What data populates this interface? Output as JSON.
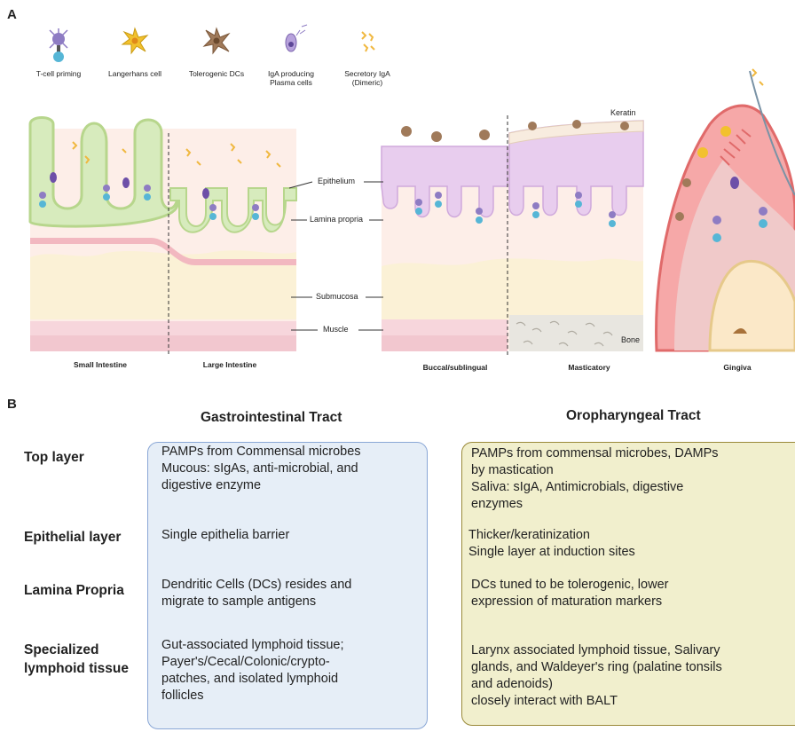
{
  "panel_a": {
    "letter": "A",
    "legend": [
      {
        "icon": "t-cell-icon",
        "label": "T-cell priming"
      },
      {
        "icon": "langerhans-cell-icon",
        "label": "Langerhans cell"
      },
      {
        "icon": "tolerogenic-dc-icon",
        "label": "Tolerogenic DCs"
      },
      {
        "icon": "plasma-cell-icon",
        "label": "IgA producing Plasma cells"
      },
      {
        "icon": "secretory-iga-icon",
        "label": "Secretory IgA (Dimeric)"
      }
    ],
    "layers": {
      "epithelium": "Epithelium",
      "lamina_propria": "Lamina propria",
      "submucosa": "Submucosa",
      "muscle": "Muscle",
      "keratin": "Keratin",
      "bone": "Bone"
    },
    "tissues": {
      "small_intestine": "Small Intestine",
      "large_intestine": "Large Intestine",
      "buccal": "Buccal/sublingual",
      "masticatory": "Masticatory",
      "gingiva": "Gingiva"
    }
  },
  "panel_b": {
    "letter": "B",
    "columns": {
      "gi": "Gastrointestinal Tract",
      "oro": "Oropharyngeal Tract"
    },
    "rows": [
      {
        "label": "Top layer"
      },
      {
        "label": "Epithelial layer"
      },
      {
        "label": "Lamina Propria"
      },
      {
        "label": "Specialized lymphoid tissue"
      }
    ],
    "gi_cells": {
      "top": [
        "PAMPs from Commensal microbes",
        "Mucous: sIgAs, anti-microbial, and",
        "digestive enzyme"
      ],
      "epithelial": [
        "Single epithelia barrier"
      ],
      "lamina": [
        "Dendritic Cells (DCs) resides and",
        "migrate to sample antigens"
      ],
      "lymphoid": [
        "Gut-associated lymphoid tissue;",
        "Payer's/Cecal/Colonic/crypto-",
        "patches, and isolated lymphoid",
        "follicles"
      ]
    },
    "oro_cells": {
      "top": [
        "PAMPs from commensal microbes, DAMPs",
        "by mastication",
        "Saliva: sIgA, Antimicrobials, digestive",
        "enzymes"
      ],
      "epithelial": [
        "Thicker/keratinization",
        "Single layer at induction sites"
      ],
      "lamina": [
        "DCs tuned to be tolerogenic, lower",
        "expression of maturation markers"
      ],
      "lymphoid": [
        "Larynx associated lymphoid tissue, Salivary",
        "glands, and Waldeyer's ring (palatine tonsils",
        "and adenoids)",
        "closely interact with BALT"
      ]
    }
  },
  "colors": {
    "gi_fill": "#e6eef7",
    "gi_border": "#8aa7d6",
    "oro_fill": "#f1efcd",
    "oro_border": "#9a8a3a",
    "epithelium_green": "#cfe6b0",
    "epithelium_purple": "#e2c9ea",
    "gingiva_red": "#e06a6a"
  }
}
